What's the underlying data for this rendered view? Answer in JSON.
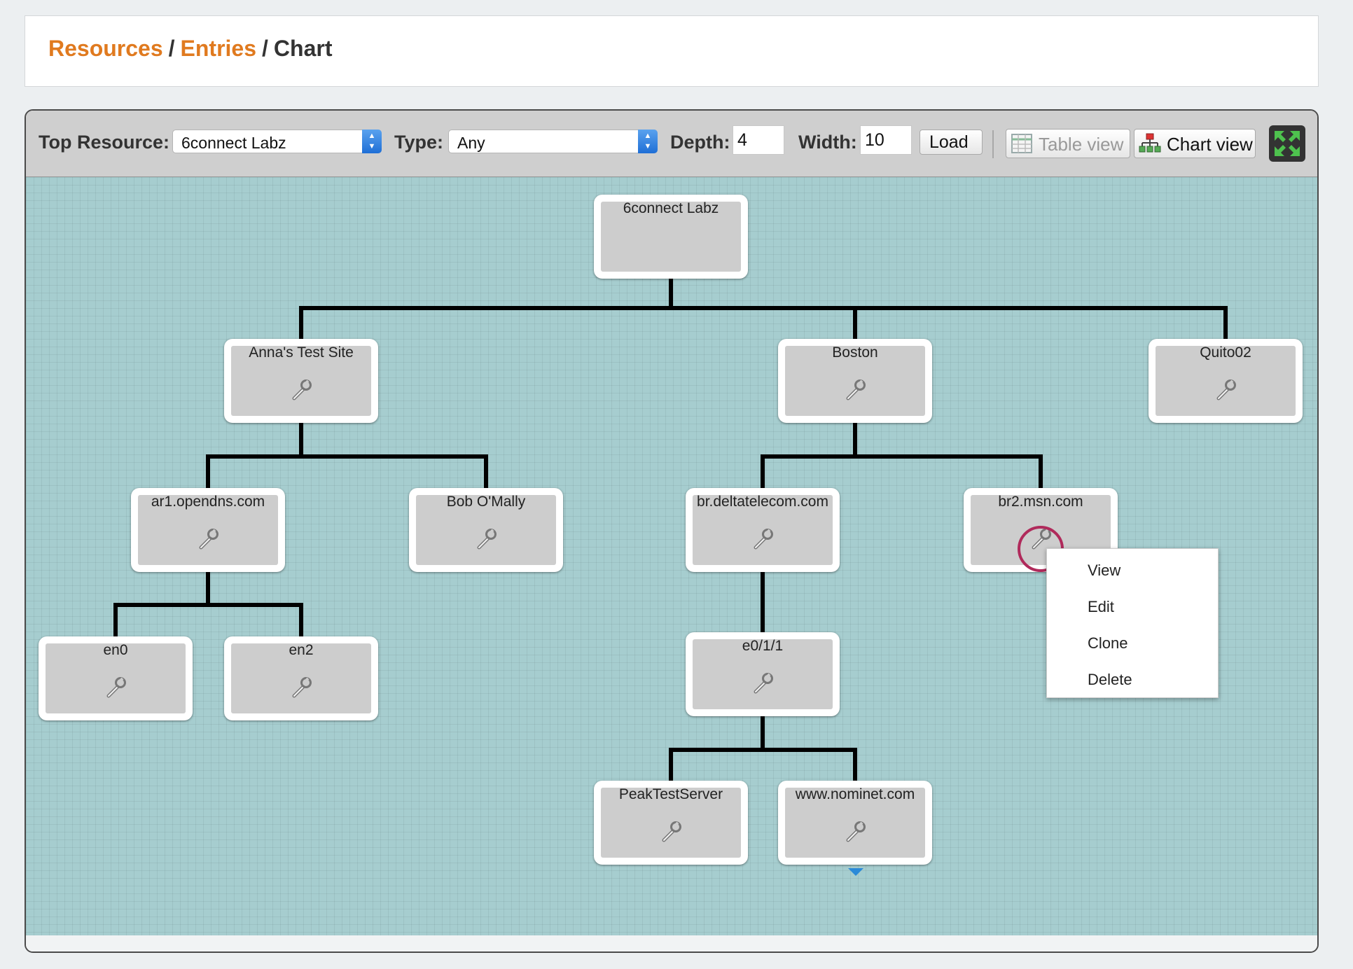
{
  "breadcrumb": {
    "resources": "Resources",
    "entries": "Entries",
    "current": "Chart",
    "separator": "/"
  },
  "toolbar": {
    "top_resource_label": "Top Resource:",
    "top_resource_value": "6connect Labz",
    "type_label": "Type:",
    "type_value": "Any",
    "depth_label": "Depth:",
    "depth_value": "4",
    "width_label": "Width:",
    "width_value": "10",
    "load_label": "Load",
    "table_view_label": "Table view",
    "chart_view_label": "Chart view"
  },
  "tree": [
    {
      "label": "6connect Labz"
    },
    {
      "label": "Anna's Test Site"
    },
    {
      "label": "Boston"
    },
    {
      "label": "Quito02"
    },
    {
      "label": "ar1.opendns.com"
    },
    {
      "label": "Bob O'Mally"
    },
    {
      "label": "br.deltatelecom.com"
    },
    {
      "label": "br2.msn.com"
    },
    {
      "label": "en0"
    },
    {
      "label": "en2"
    },
    {
      "label": "e0/1/1"
    },
    {
      "label": "PeakTestServer"
    },
    {
      "label": "www.nominet.com"
    }
  ],
  "context_menu": {
    "items": [
      "View",
      "Edit",
      "Clone",
      "Delete"
    ]
  },
  "colors": {
    "breadcrumb_link": "#e07a1f",
    "chart_bg": "#a6cdcf",
    "highlight_ring": "#b02a5b",
    "node_fill": "#cdcdcd"
  }
}
